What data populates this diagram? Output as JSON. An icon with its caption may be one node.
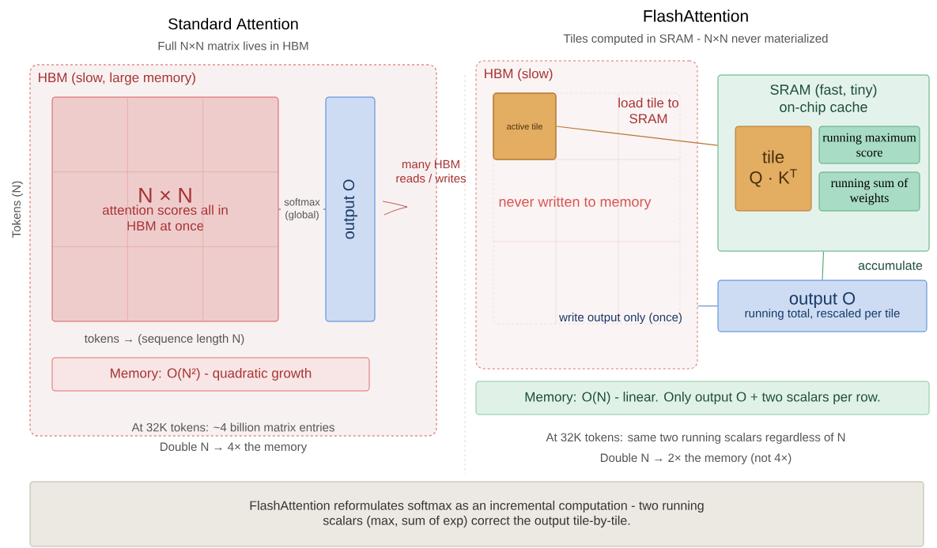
{
  "diagram": {
    "nodes": [
      {
        "text": [
          "HBM  (slow, large memory)"
        ]
      },
      {
        "text": [
          "N × N",
          "attention scores all in HBM at once"
        ],
        "in": 0
      },
      {
        "text": [
          "output O"
        ],
        "in": 0
      },
      {
        "text": [
          "Memory: O(N²) - quadratic growth"
        ],
        "in": 0
      },
      {
        "text": [
          "HBM  (slow)"
        ]
      },
      {
        "text": [
          "active tile"
        ],
        "in": 4
      },
      {
        "text": [
          "SRAM  (fast, tiny)",
          "on-chip cache"
        ]
      },
      {
        "text": [
          "tile",
          "Q · K$^{T}$"
        ],
        "in": 6
      },
      {
        "text": [
          "running maximum score"
        ],
        "in": 6
      },
      {
        "text": [
          "running sum of weights"
        ],
        "in": 6
      },
      {
        "text": [
          "output O",
          "running total, rescaled per tile"
        ]
      },
      {
        "text": [
          "Memory: O(N) - linear. Only output O + two scalars per row."
        ]
      },
      {
        "text": [
          "FlashAttention reformulates softmax as an incremental computation - two running scalars (max, sum of exp) correct the output tile-by-tile."
        ]
      }
    ],
    "edges": [
      {
        "from": 1,
        "to": 2,
        "arrow": "none",
        "label": "softmax (global)"
      },
      {
        "from": 5,
        "to": 6,
        "arrow": "none",
        "color": "#b8762e"
      },
      {
        "from": 6,
        "to": 10,
        "arrow": "none",
        "color": "#5aaa7a"
      },
      {
        "from": 10,
        "to": 4,
        "arrow": "none",
        "color": "#6a8fb8"
      }
    ],
    "labels": [
      "Standard Attention",
      "Full N×N matrix lives in HBM",
      "FlashAttention",
      "Tiles computed in SRAM - N×N never materialized",
      "Tokens  (N)",
      "load tile to SRAM",
      "many HBM reads / writes",
      "never written to memory",
      "accumulate",
      "write output only  (once)",
      "tokens →  (sequence length N)",
      "At 32K tokens: ~4 billion matrix entries",
      "Double N → 4× the memory",
      "At 32K tokens: same two running scalars regardless of N",
      "Double N → 2× the memory (not 4×)"
    ]
  }
}
